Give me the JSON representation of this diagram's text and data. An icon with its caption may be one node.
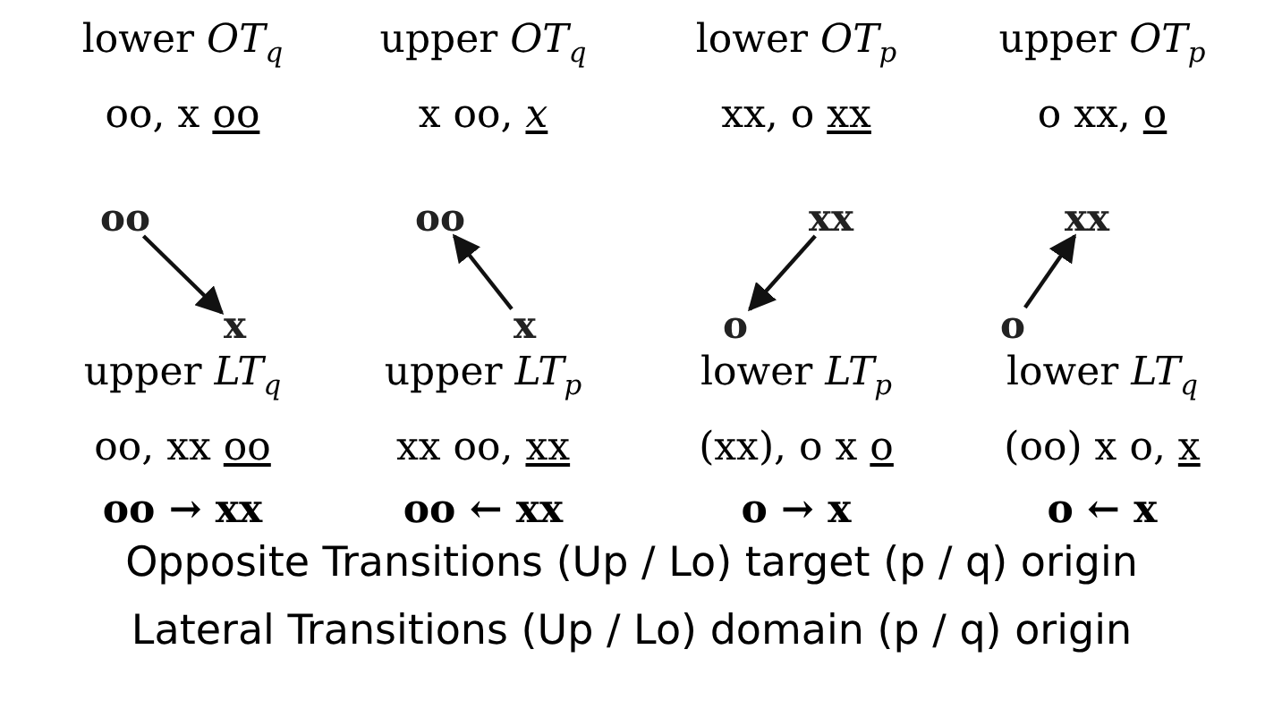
{
  "diagram": {
    "nodes": [
      {
        "text": [
          "oo"
        ]
      },
      {
        "text": [
          "x"
        ]
      },
      {
        "text": [
          "oo"
        ]
      },
      {
        "text": [
          "x"
        ]
      },
      {
        "text": [
          "xx"
        ]
      },
      {
        "text": [
          "o"
        ]
      },
      {
        "text": [
          "xx"
        ]
      },
      {
        "text": [
          "o"
        ]
      }
    ],
    "edges": [
      {
        "from": 0,
        "to": 1,
        "arrow": "to"
      },
      {
        "from": 3,
        "to": 2,
        "arrow": "to"
      },
      {
        "from": 4,
        "to": 5,
        "arrow": "to"
      },
      {
        "from": 7,
        "to": 6,
        "arrow": "to"
      }
    ],
    "labels": [
      "lower *OT*$_{q}$",
      "upper *OT*$_{q}$",
      "lower *OT*$_{p}$",
      "upper *OT*$_{p}$",
      "oo, x oo",
      "x oo, *x*",
      "xx, o xx",
      "o xx, o",
      "upper *LT*$_{q}$",
      "upper *LT*$_{p}$",
      "lower *LT*$_{p}$",
      "lower *LT*$_{q}$",
      "oo, xx oo",
      "xx oo, xx",
      "(xx), o x o",
      "(oo) x o, x",
      "oo → xx",
      "oo ← xx",
      "o → x",
      "o ← x",
      "Opposite Transitions (Up / Lo) target (p / q) origin",
      "Lateral Transitions (Up / Lo) domain (p / q) origin"
    ]
  }
}
